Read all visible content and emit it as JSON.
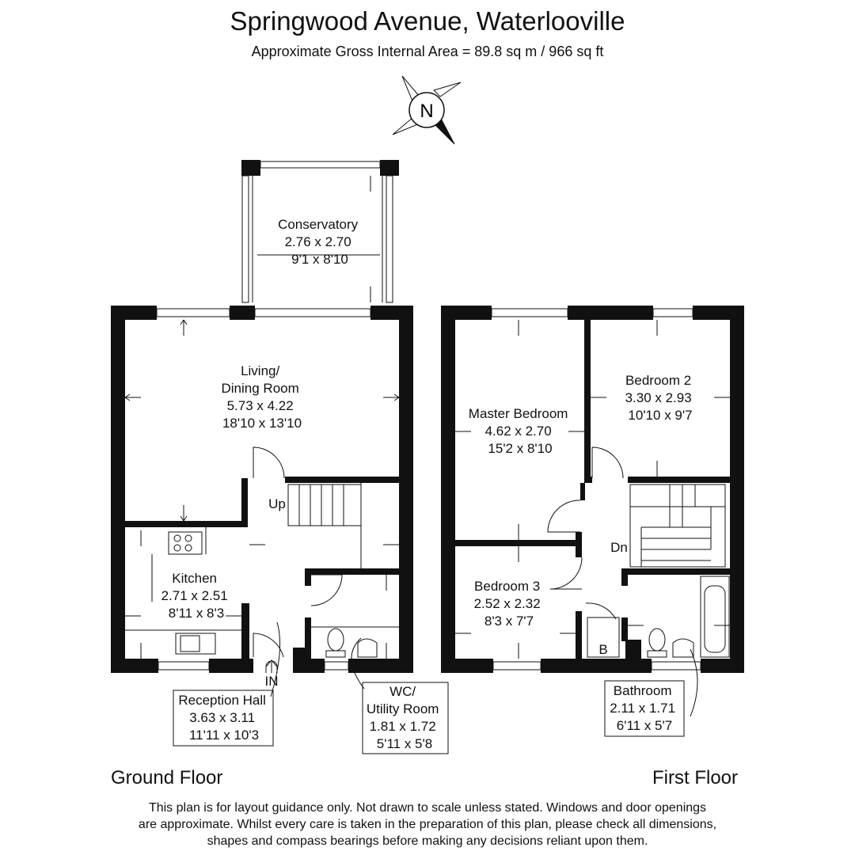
{
  "title": "Springwood Avenue, Waterlooville",
  "subtitle": "Approximate Gross Internal Area = 89.8 sq m / 966 sq ft",
  "compass_label": "N",
  "floors": {
    "ground": "Ground Floor",
    "first": "First Floor"
  },
  "rooms": {
    "conservatory": [
      "Conservatory",
      "2.76 x 2.70",
      "9'1 x 8'10"
    ],
    "living": [
      "Living/",
      "Dining Room",
      "5.73 x 4.22",
      "18'10 x 13'10"
    ],
    "kitchen": [
      "Kitchen",
      "2.71 x 2.51",
      "8'11 x 8'3"
    ],
    "reception": [
      "Reception Hall",
      "3.63 x 3.11",
      "11'11 x 10'3"
    ],
    "wc": [
      "WC/",
      "Utility Room",
      "1.81 x 1.72",
      "5'11 x 5'8"
    ],
    "master": [
      "Master Bedroom",
      "4.62 x 2.70",
      "15'2 x 8'10"
    ],
    "bedroom2": [
      "Bedroom 2",
      "3.30 x 2.93",
      "10'10 x 9'7"
    ],
    "bedroom3": [
      "Bedroom 3",
      "2.52 x 2.32",
      "8'3 x 7'7"
    ],
    "bathroom": [
      "Bathroom",
      "2.11 x 1.71",
      "6'11 x 5'7"
    ]
  },
  "stair_labels": {
    "up": "Up",
    "down": "Dn"
  },
  "entrance_label": "IN",
  "boiler_label": "B",
  "disclaimer": [
    "This plan is for layout guidance only. Not drawn to scale unless stated. Windows and door openings",
    "are approximate. Whilst every care is taken in the preparation of this plan, please check all dimensions,",
    "shapes and compass bearings before making any decisions reliant upon them."
  ]
}
